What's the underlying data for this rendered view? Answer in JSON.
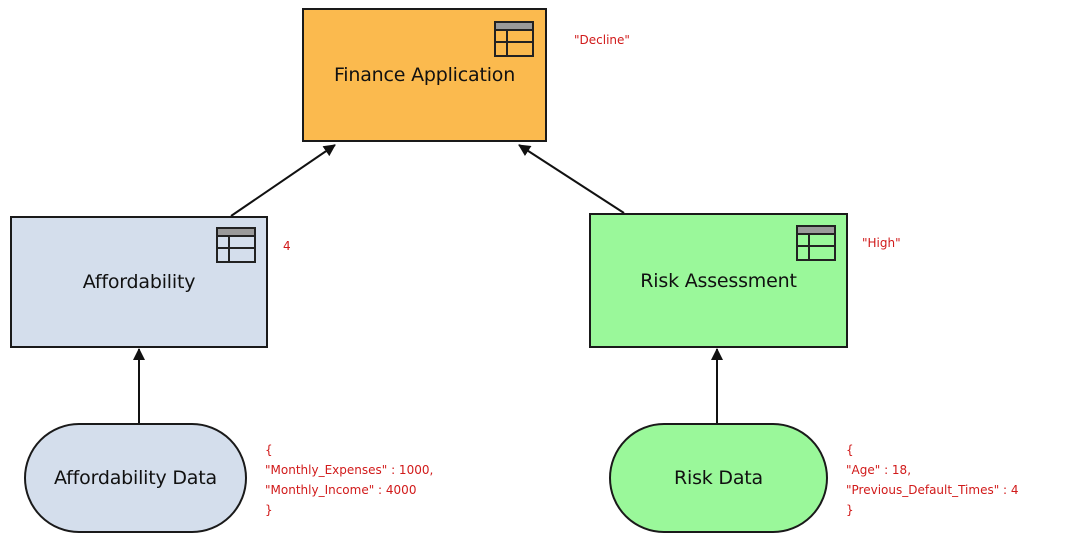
{
  "colors": {
    "output_fill": "#FBBA4E",
    "affordability_fill": "#D4DEEC",
    "risk_fill": "#9AF89A",
    "annotation": "#D11A1A",
    "stroke": "#1A1A1A"
  },
  "nodes": {
    "finance_application": {
      "label": "Finance Application",
      "result": "\"Decline\"",
      "icon": "decision-table-icon"
    },
    "affordability": {
      "label": "Affordability",
      "result": "4",
      "icon": "decision-table-icon"
    },
    "risk_assessment": {
      "label": "Risk Assessment",
      "result": "\"High\"",
      "icon": "decision-table-icon"
    },
    "affordability_data": {
      "label": "Affordability Data",
      "value_lines": [
        "{",
        "\"Monthly_Expenses\" : 1000,",
        "\"Monthly_Income\" : 4000",
        "}"
      ]
    },
    "risk_data": {
      "label": "Risk Data",
      "value_lines": [
        "{",
        "\"Age\" : 18,",
        "\"Previous_Default_Times\" : 4",
        "}"
      ]
    }
  },
  "edges": [
    {
      "from": "affordability",
      "to": "finance_application"
    },
    {
      "from": "risk_assessment",
      "to": "finance_application"
    },
    {
      "from": "affordability_data",
      "to": "affordability"
    },
    {
      "from": "risk_data",
      "to": "risk_assessment"
    }
  ]
}
